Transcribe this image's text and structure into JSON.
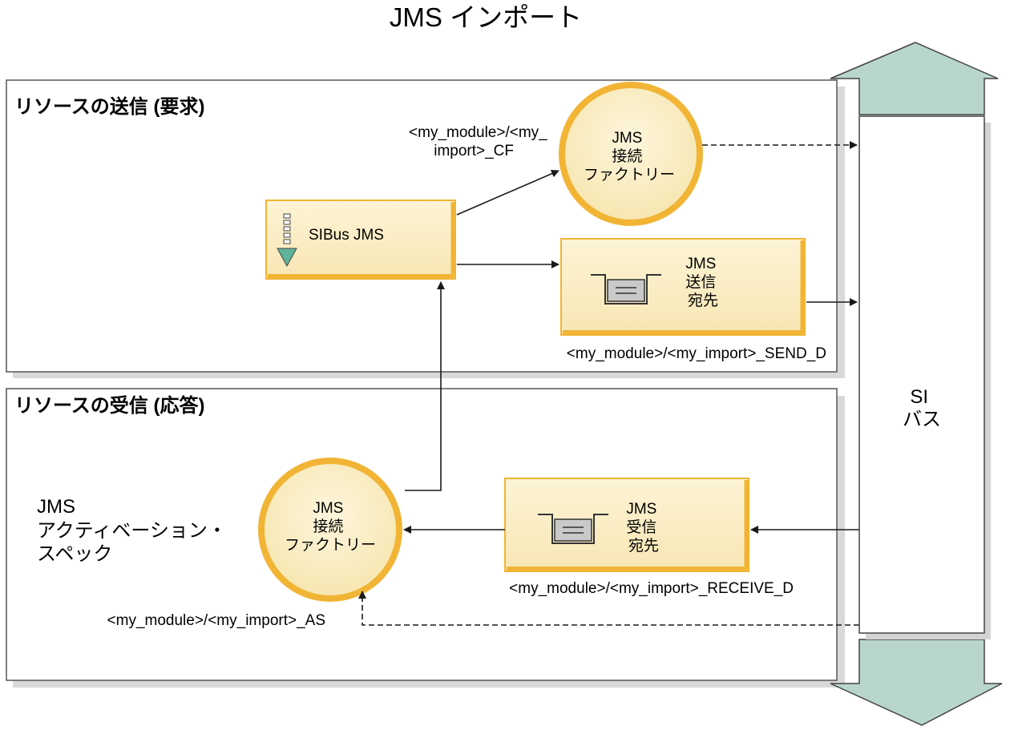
{
  "diagram": {
    "title": "JMS インポート",
    "send_section": {
      "label": "リソースの送信 (要求)"
    },
    "receive_section": {
      "label": "リソースの受信 (応答)"
    },
    "send_cf": {
      "lines": [
        "JMS",
        "接続",
        "ファクトリー"
      ],
      "name_lines": [
        "<my_module>/<my_",
        "import>_CF"
      ]
    },
    "sibus": {
      "label": "SIBus JMS"
    },
    "send_dest": {
      "lines": [
        "JMS",
        "送信",
        "宛先"
      ],
      "name": "<my_module>/<my_import>_SEND_D"
    },
    "recv_dest": {
      "lines": [
        "JMS",
        "受信",
        "宛先"
      ],
      "name": "<my_module>/<my_import>_RECEIVE_D"
    },
    "recv_cf": {
      "lines": [
        "JMS",
        "接続",
        "ファクトリー"
      ],
      "name": "<my_module>/<my_import>_AS"
    },
    "activation_spec": {
      "lines": [
        "JMS",
        "アクティベーション・",
        "スペック"
      ]
    },
    "si_bus": {
      "lines": [
        "SI",
        "バス"
      ]
    },
    "colors": {
      "accent": "#f1b434",
      "node_fill": "#fbf1cf",
      "bus_arrow": "#b9d6cd",
      "shadow": "#d4d4d4"
    }
  }
}
